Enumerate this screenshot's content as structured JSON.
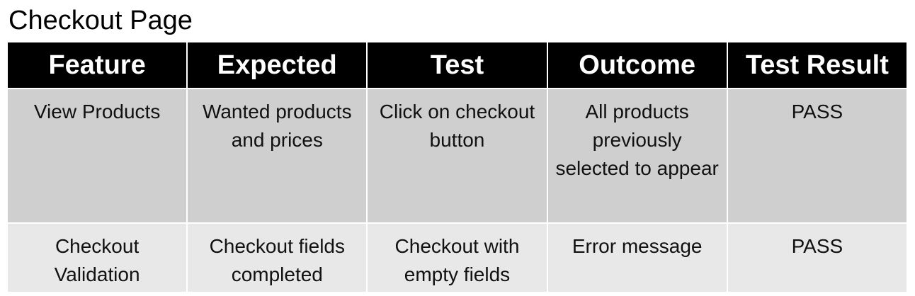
{
  "title": "Checkout Page",
  "table": {
    "headers": [
      "Feature",
      "Expected",
      "Test",
      "Outcome",
      "Test Result"
    ],
    "rows": [
      {
        "feature": "View Products",
        "expected": "Wanted products and prices",
        "test": "Click on checkout button",
        "outcome": "All products previously selected to appear",
        "result": "PASS"
      },
      {
        "feature": "Checkout Validation",
        "expected": "Checkout fields completed",
        "test": "Checkout with empty fields",
        "outcome": "Error message",
        "result": "PASS"
      }
    ]
  },
  "colors": {
    "header_bg": "#000000",
    "header_text": "#ffffff",
    "row_dark": "#cfcfcf",
    "row_light": "#e8e8e8"
  }
}
